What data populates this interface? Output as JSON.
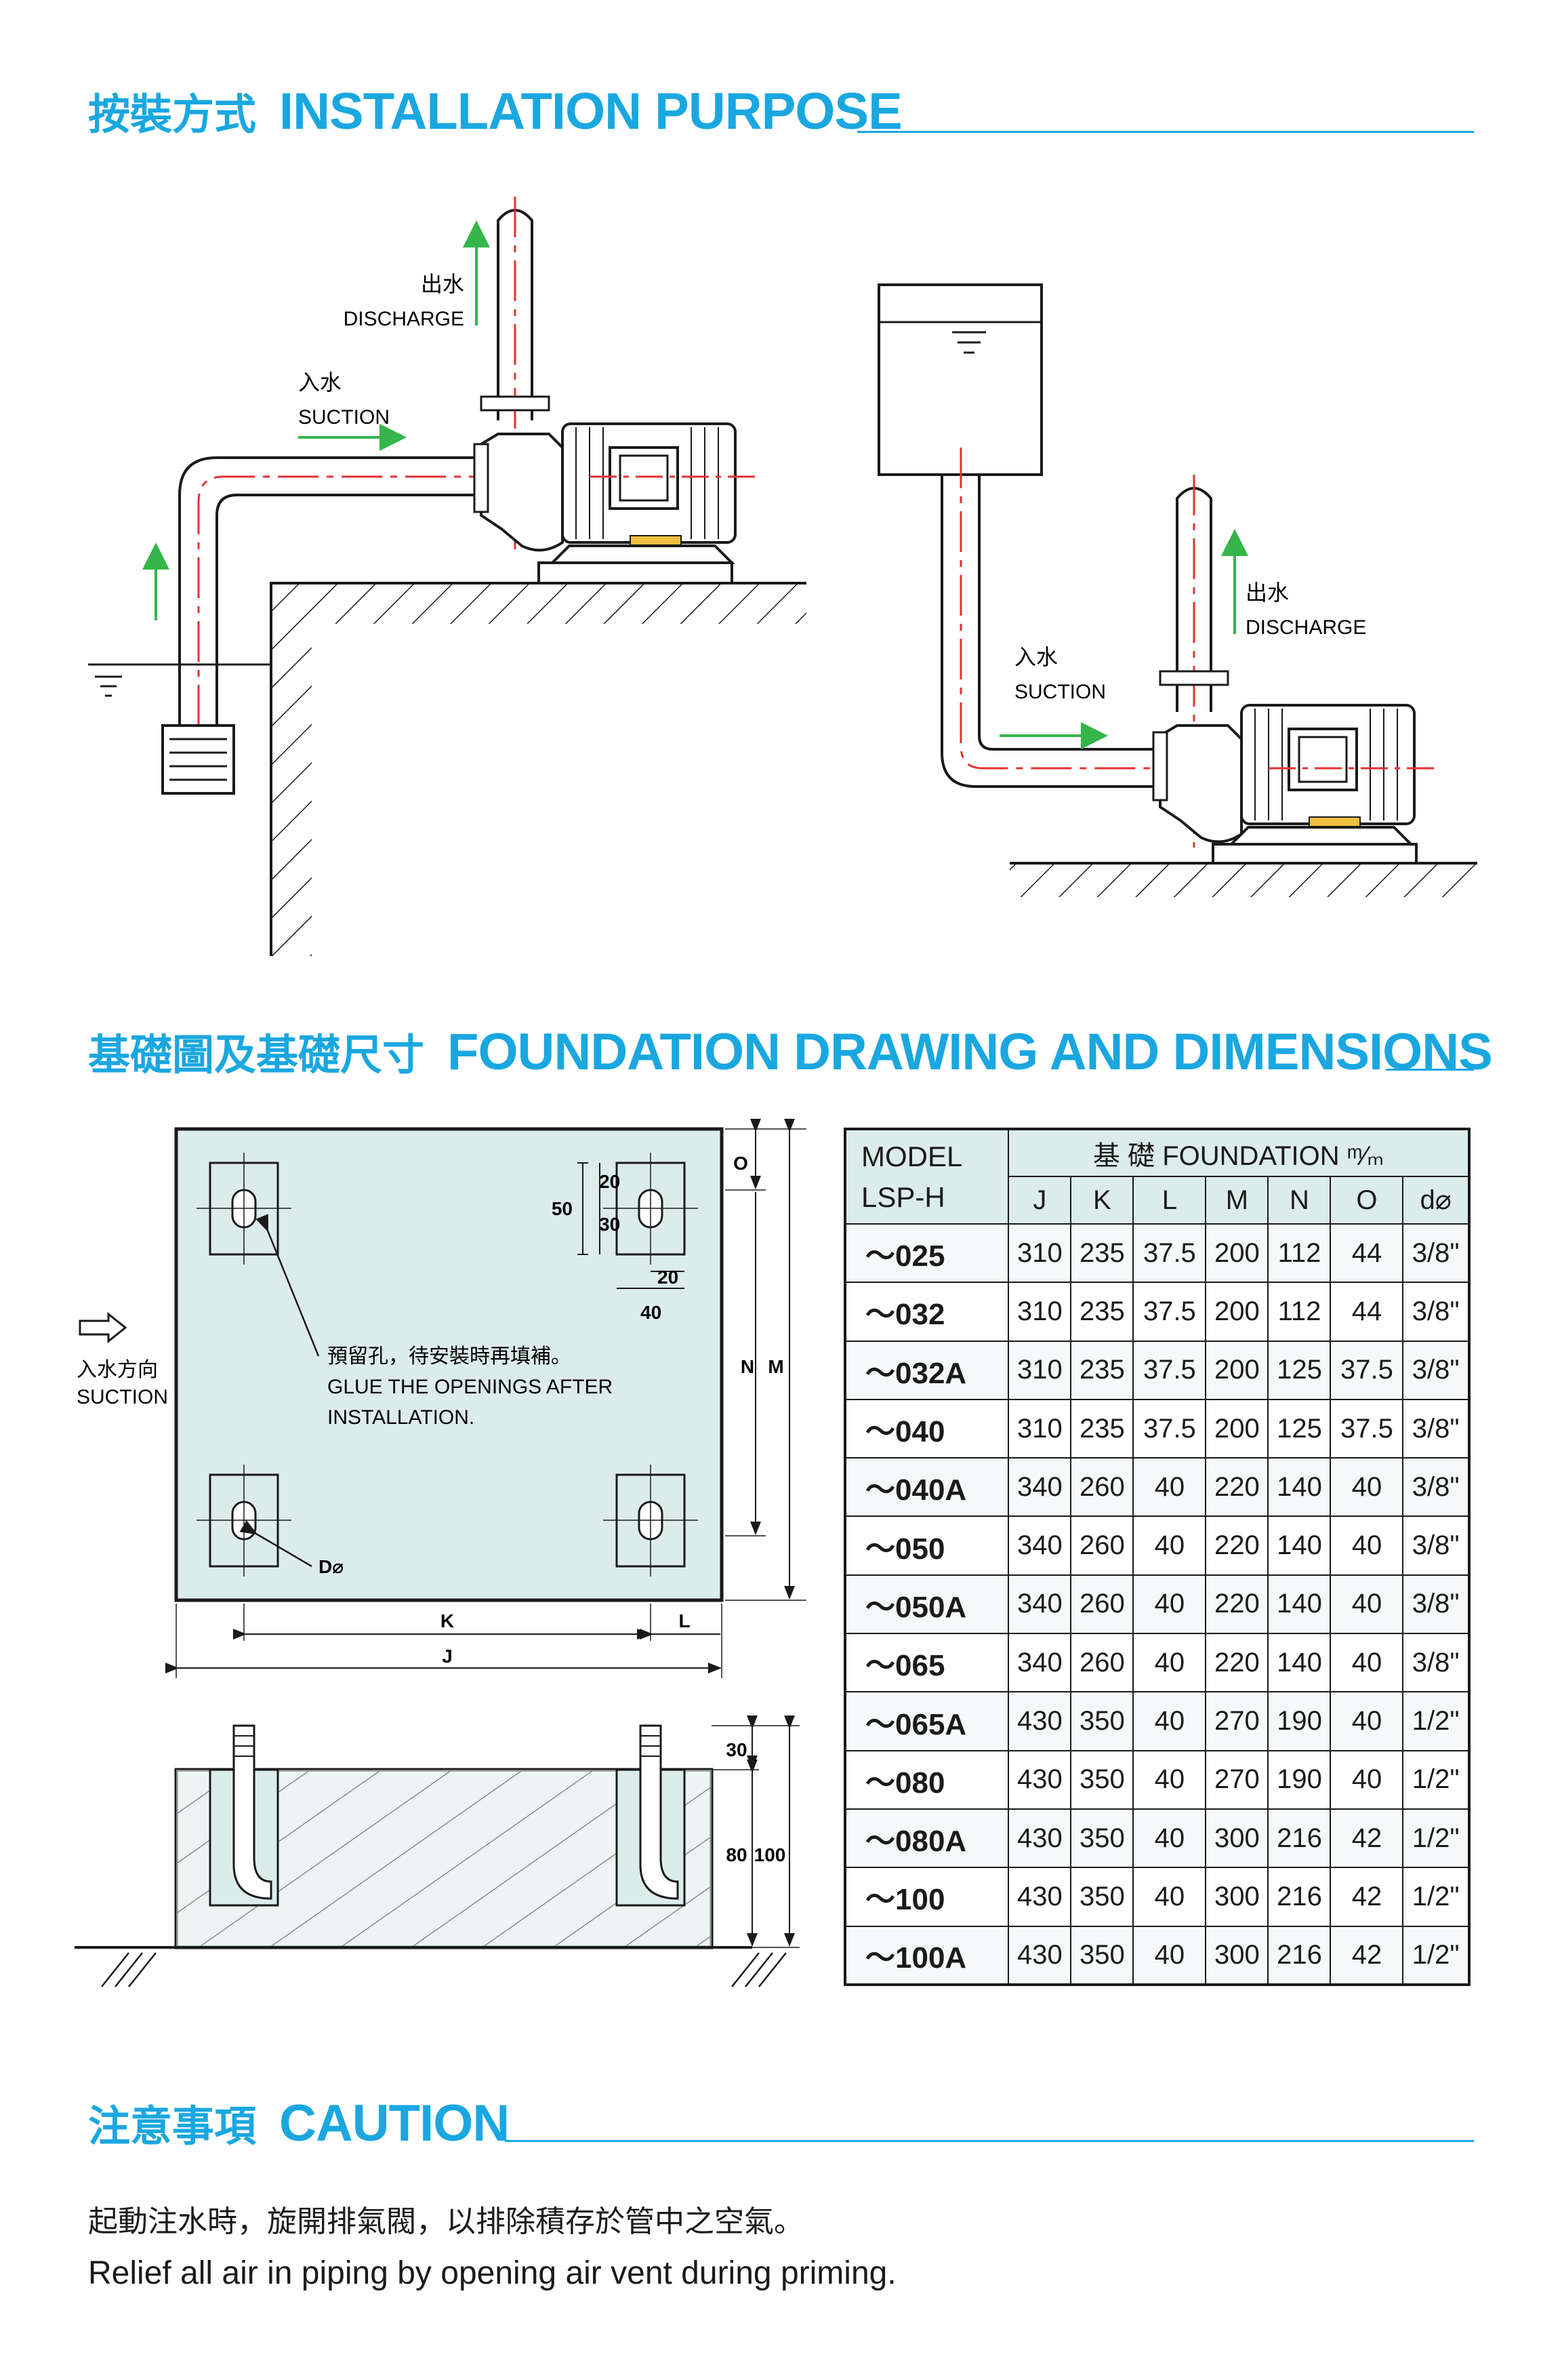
{
  "sections": {
    "installation": {
      "zh": "按裝方式",
      "en": "INSTALLATION PURPOSE"
    },
    "foundation": {
      "zh": "基礎圖及基礎尺寸",
      "en": "FOUNDATION DRAWING AND DIMENSIONS"
    },
    "caution": {
      "zh": "注意事項",
      "en": "CAUTION"
    }
  },
  "diagram_left": {
    "discharge_zh": "出水",
    "discharge_en": "DISCHARGE",
    "suction_zh": "入水",
    "suction_en": "SUCTION"
  },
  "diagram_right": {
    "discharge_zh": "出水",
    "discharge_en": "DISCHARGE",
    "suction_zh": "入水",
    "suction_en": "SUCTION"
  },
  "foundation_plan": {
    "suction_zh": "入水方向",
    "suction_en": "SUCTION",
    "note_zh": "預留孔，待安裝時再填補。",
    "note_en_1": "GLUE THE OPENINGS AFTER",
    "note_en_2": "INSTALLATION.",
    "dim_20a": "20",
    "dim_50": "50",
    "dim_30": "30",
    "dim_20b": "20",
    "dim_40": "40",
    "dim_O": "O",
    "dim_N": "N",
    "dim_M": "M",
    "dim_K": "K",
    "dim_L": "L",
    "dim_J": "J",
    "dim_D": "D⌀"
  },
  "foundation_section": {
    "dim_30": "30",
    "dim_80": "80",
    "dim_100": "100"
  },
  "table": {
    "model_label_1": "MODEL",
    "model_label_2": "LSP-H",
    "foundation_header": "基 礎 FOUNDATION ᵐ⁄ₘ",
    "columns": [
      "J",
      "K",
      "L",
      "M",
      "N",
      "O",
      "d⌀"
    ],
    "rows": [
      [
        "～025",
        "310",
        "235",
        "37.5",
        "200",
        "112",
        "44",
        "3/8\""
      ],
      [
        "～032",
        "310",
        "235",
        "37.5",
        "200",
        "112",
        "44",
        "3/8\""
      ],
      [
        "～032A",
        "310",
        "235",
        "37.5",
        "200",
        "125",
        "37.5",
        "3/8\""
      ],
      [
        "～040",
        "310",
        "235",
        "37.5",
        "200",
        "125",
        "37.5",
        "3/8\""
      ],
      [
        "～040A",
        "340",
        "260",
        "40",
        "220",
        "140",
        "40",
        "3/8\""
      ],
      [
        "～050",
        "340",
        "260",
        "40",
        "220",
        "140",
        "40",
        "3/8\""
      ],
      [
        "～050A",
        "340",
        "260",
        "40",
        "220",
        "140",
        "40",
        "3/8\""
      ],
      [
        "～065",
        "340",
        "260",
        "40",
        "220",
        "140",
        "40",
        "3/8\""
      ],
      [
        "～065A",
        "430",
        "350",
        "40",
        "270",
        "190",
        "40",
        "1/2\""
      ],
      [
        "～080",
        "430",
        "350",
        "40",
        "270",
        "190",
        "40",
        "1/2\""
      ],
      [
        "～080A",
        "430",
        "350",
        "40",
        "300",
        "216",
        "42",
        "1/2\""
      ],
      [
        "～100",
        "430",
        "350",
        "40",
        "300",
        "216",
        "42",
        "1/2\""
      ],
      [
        "～100A",
        "430",
        "350",
        "40",
        "300",
        "216",
        "42",
        "1/2\""
      ]
    ]
  },
  "caution_text": {
    "zh": "起動注水時，旋開排氣閥，以排除積存於管中之空氣。",
    "en": "Relief all air in piping by opening air vent during priming."
  },
  "colors": {
    "accent": "#1aa7e0",
    "arrow": "#35b54a",
    "centerline": "#e53030",
    "panel": "#dcecea"
  }
}
